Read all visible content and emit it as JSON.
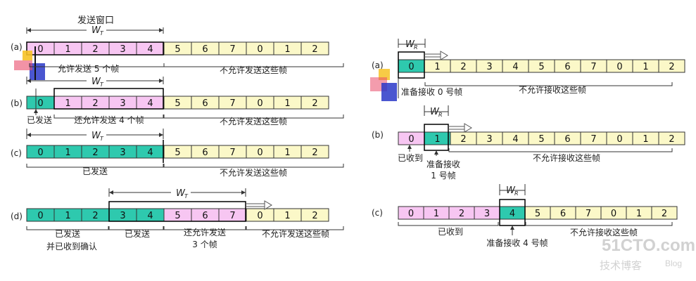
{
  "colors": {
    "yellow": "#fbf8c8",
    "pink": "#f7c6f2",
    "green": "#2ec9ae",
    "window_border": "#000000",
    "line": "#333333"
  },
  "sequence": [
    "0",
    "1",
    "2",
    "3",
    "4",
    "5",
    "6",
    "7",
    "0",
    "1",
    "2"
  ],
  "left": {
    "caption_top": "发送窗口",
    "window_symbol": "W",
    "window_subscript": "T",
    "rows": [
      {
        "tag": "(a)",
        "cell_states": [
          "window",
          "window",
          "window",
          "window",
          "window",
          "free",
          "free",
          "free",
          "free",
          "free",
          "free"
        ],
        "labels": [
          "允许发送 5 个帧",
          "不允许发送这些帧"
        ]
      },
      {
        "tag": "(b)",
        "cell_states": [
          "sent",
          "window",
          "window",
          "window",
          "window",
          "free",
          "free",
          "free",
          "free",
          "free",
          "free"
        ],
        "labels": [
          "已发送",
          "还允许发送 4 个帧",
          "不允许发送这些帧"
        ]
      },
      {
        "tag": "(c)",
        "cell_states": [
          "sent",
          "sent",
          "sent",
          "sent",
          "sent",
          "free",
          "free",
          "free",
          "free",
          "free",
          "free"
        ],
        "labels": [
          "已发送",
          "不允许发送这些帧"
        ]
      },
      {
        "tag": "(d)",
        "cell_states": [
          "sent",
          "sent",
          "sent",
          "sent",
          "sent",
          "window",
          "window",
          "window",
          "free",
          "free",
          "free"
        ],
        "labels": [
          "已发送",
          "并已收到确认",
          "已发送",
          "还允许发送",
          "3 个帧",
          "不允许发送这些帧"
        ]
      }
    ]
  },
  "right": {
    "window_symbol": "W",
    "window_subscript": "R",
    "rows": [
      {
        "tag": "(a)",
        "cell_states": [
          "recv",
          "free",
          "free",
          "free",
          "free",
          "free",
          "free",
          "free",
          "free",
          "free",
          "free"
        ],
        "labels": [
          "准备接收 0 号帧",
          "不允许接收这些帧"
        ]
      },
      {
        "tag": "(b)",
        "cell_states": [
          "received",
          "recv",
          "free",
          "free",
          "free",
          "free",
          "free",
          "free",
          "free",
          "free",
          "free"
        ],
        "labels": [
          "已收到",
          "准备接收",
          "1 号帧",
          "不允许接收这些帧"
        ]
      },
      {
        "tag": "(c)",
        "cell_states": [
          "received",
          "received",
          "received",
          "received",
          "recv",
          "free",
          "free",
          "free",
          "free",
          "free",
          "free"
        ],
        "labels": [
          "已收到",
          "准备接收 4 号帧",
          "不允许接收这些帧"
        ]
      }
    ]
  },
  "watermark": {
    "site": "51CTO.com",
    "sub": "技术博客",
    "blog": "Blog"
  }
}
